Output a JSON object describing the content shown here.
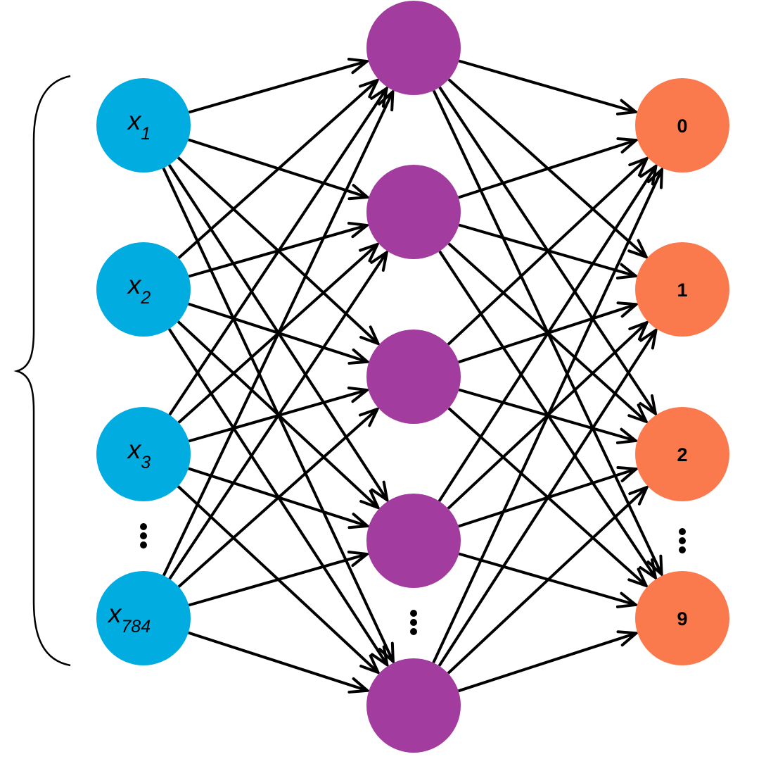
{
  "colors": {
    "input_node": "#00ACE0",
    "hidden_node": "#A23D9F",
    "output_node": "#FA7A4D",
    "edge": "#000000"
  },
  "layers": {
    "input": {
      "nodes": [
        {
          "var": "x",
          "sub": "1"
        },
        {
          "var": "x",
          "sub": "2"
        },
        {
          "var": "x",
          "sub": "3"
        },
        {
          "var": "x",
          "sub": "784"
        }
      ]
    },
    "hidden": {
      "node_count": 5
    },
    "output": {
      "nodes": [
        "0",
        "1",
        "2",
        "9"
      ]
    }
  },
  "ellipsis_icon": "vertical-ellipsis-icon",
  "brace_icon": "left-curly-brace"
}
